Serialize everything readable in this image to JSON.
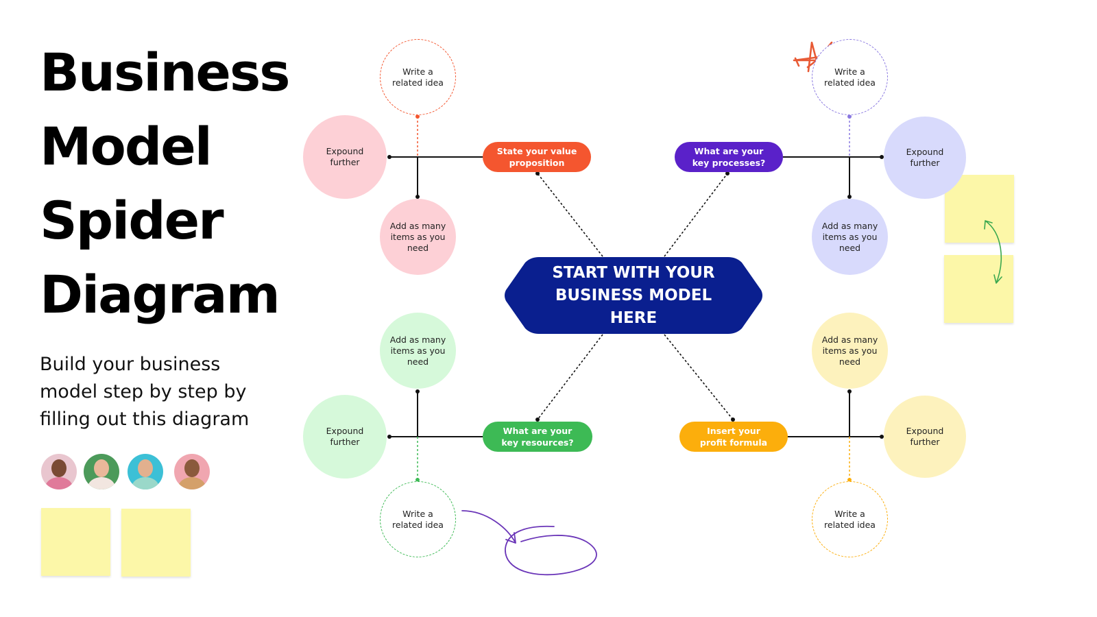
{
  "page": {
    "title_lines": [
      "Business",
      "Model",
      "Spider",
      "Diagram"
    ],
    "subtitle": "Build your business model step by step by filling out this diagram"
  },
  "center": {
    "label": "START WITH YOUR BUSINESS MODEL HERE",
    "color": "#0a1f8f"
  },
  "branches": [
    {
      "id": "top-left",
      "color": "#f4562f",
      "tint": "#fdd0d6",
      "pill": "State your value proposition",
      "related": "Write a related idea",
      "expound": "Expound further",
      "add": "Add as many items as you need"
    },
    {
      "id": "top-right",
      "color": "#5a21c9",
      "tint": "#d8dafc",
      "pill": "What are your key processes?",
      "related": "Write a related idea",
      "expound": "Expound further",
      "add": "Add as many items as you need"
    },
    {
      "id": "bottom-left",
      "color": "#3dba55",
      "tint": "#d6f9da",
      "pill": "What are your key resources?",
      "related": "Write a related idea",
      "expound": "Expound further",
      "add": "Add as many items as you need"
    },
    {
      "id": "bottom-right",
      "color": "#fcae0c",
      "tint": "#fdf2bd",
      "pill": "Insert your profit formula",
      "related": "Write a related idea",
      "expound": "Expound further",
      "add": "Add as many items as you need"
    }
  ],
  "colors": {
    "sticky": "#fcf7a8",
    "star": "#e85a35",
    "scribble": "#6a35b8",
    "arrow": "#3aa84f"
  }
}
